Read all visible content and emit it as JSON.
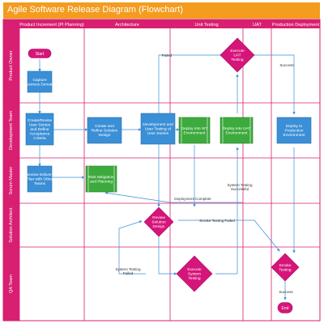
{
  "title": "Agile Software Release Diagram (Flowchart)",
  "colors": {
    "title_bg": "#f39c1e",
    "lane_header": "#d81f72",
    "lane_border": "#d81f72",
    "process_blue": "#3a8fd6",
    "process_green": "#3daa3d",
    "decision_magenta": "#d6157a",
    "arrow": "#3a8fd6"
  },
  "columns": [
    "Product Increment (PI Planning)",
    "Architecture",
    "Unit Testing",
    "UAT",
    "Production Deployment"
  ],
  "rows": [
    "Product Owner",
    "Development Team",
    "Scrum Master",
    "Solution Architect",
    "QA Team"
  ],
  "nodes": {
    "start": "Start",
    "capture": "Capture Business Demand",
    "create_refine": "Create/Revise User Stories and Define Acceptance Criteria",
    "review_plan": "Review Delivery Plan with Other Teams",
    "refine_solution": "Create and Refine Solution Design",
    "risk": "Risk Mitigation and Planning",
    "dev_unit": "Development and User Testing of User Stories",
    "deploy_sit": "Deploy into SIT Environment",
    "deploy_uat": "Deploy into UAT Environment",
    "deploy_prod": "Deploy to Production Environment",
    "execute_uat": "Execute UAT Testing",
    "review_design": "Review Solution Design",
    "execute_system": "Execute System Testing",
    "smoke": "Smoke Testing",
    "end": "End"
  },
  "edge_labels": {
    "failed_top": "Failed",
    "success_top": "Success",
    "deployment_complete": "Deployment Complete",
    "system_testing_successful": "System Testing Successful",
    "smoke_testing_failed": "Smoke Testing Failed",
    "system_testing_failed": "System Testing Failed",
    "success_bottom": "Success"
  }
}
